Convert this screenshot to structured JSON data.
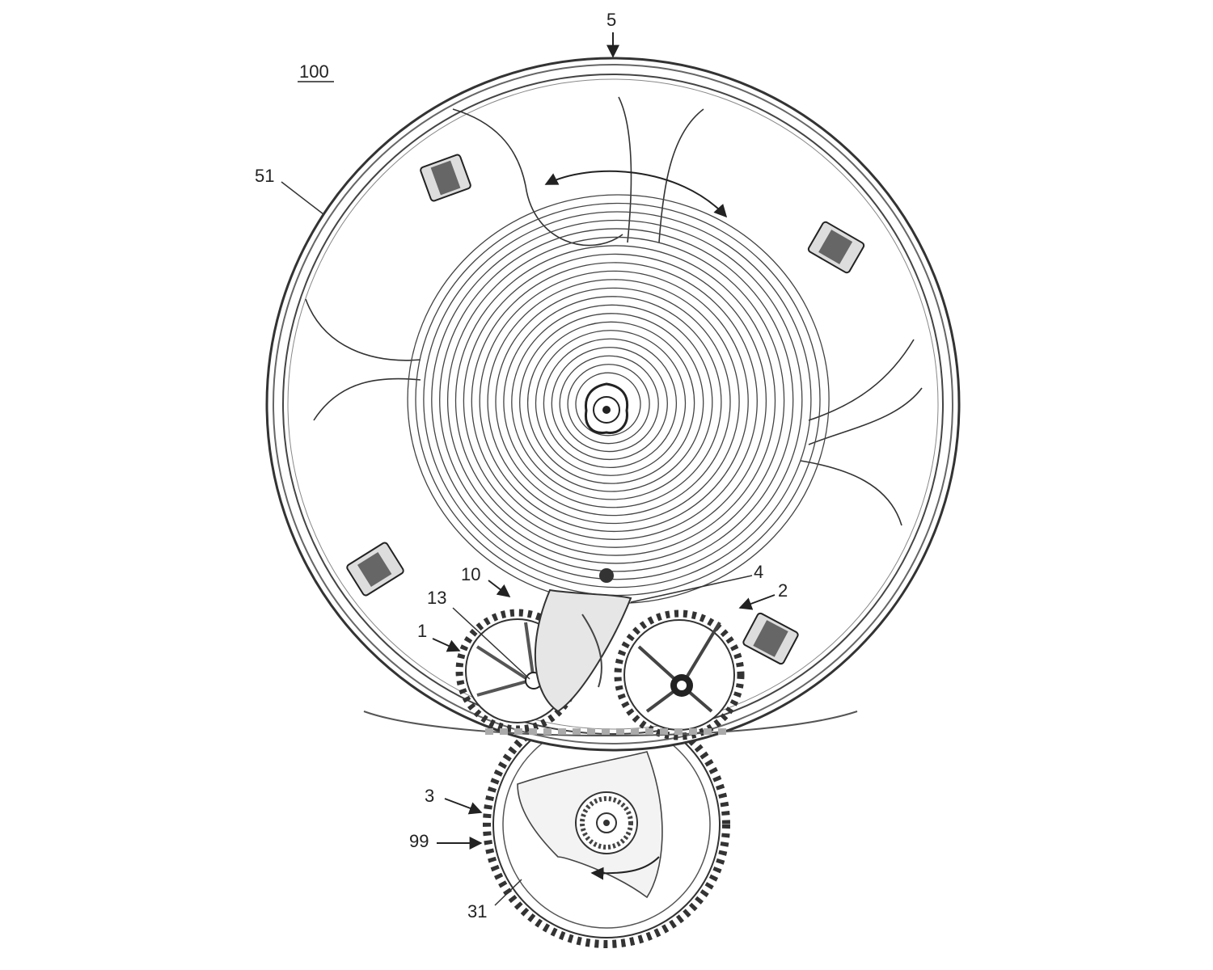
{
  "figure": {
    "reference": "100",
    "labels": {
      "balance": "5",
      "rim": "51",
      "wheel_10": "10",
      "pin_13": "13",
      "pivot_4": "4",
      "wheel_2": "2",
      "wheel_1": "1",
      "wheel_3": "3",
      "pinion_99": "99",
      "teeth_31": "31"
    }
  },
  "colors": {
    "ink": "#333333",
    "paper": "#ffffff",
    "shade": "#9a9a9a"
  },
  "icons": [
    "arrow-icon",
    "double-arrow-icon"
  ]
}
